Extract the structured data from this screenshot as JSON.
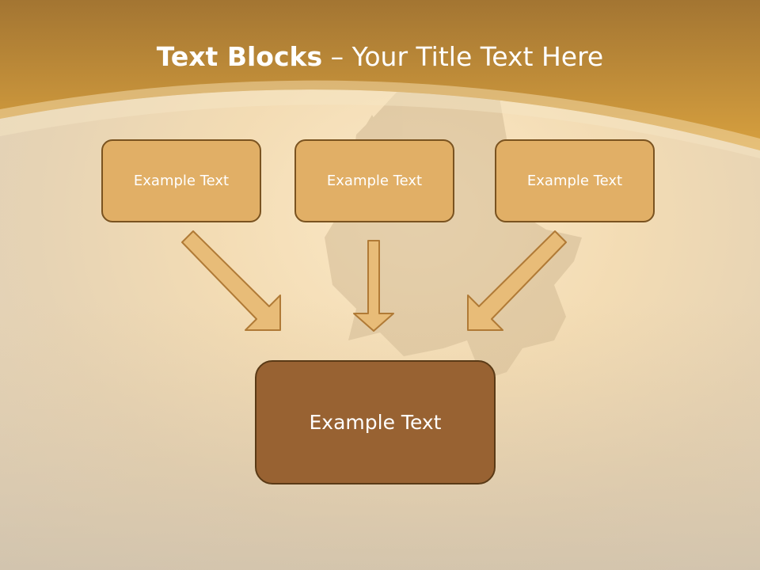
{
  "title": {
    "bold": "Text Blocks",
    "rest": " – Your Title Text Here"
  },
  "boxes": [
    {
      "label": "Example Text"
    },
    {
      "label": "Example Text"
    },
    {
      "label": "Example Text"
    }
  ],
  "center_box": {
    "label": "Example Text"
  },
  "colors": {
    "header": "#d39a3e",
    "small_box_fill": "#e1af66",
    "small_box_border": "#7a5320",
    "center_box_fill": "#986232",
    "arrow_fill": "#e8bc78",
    "arrow_stroke": "#b07a36"
  }
}
